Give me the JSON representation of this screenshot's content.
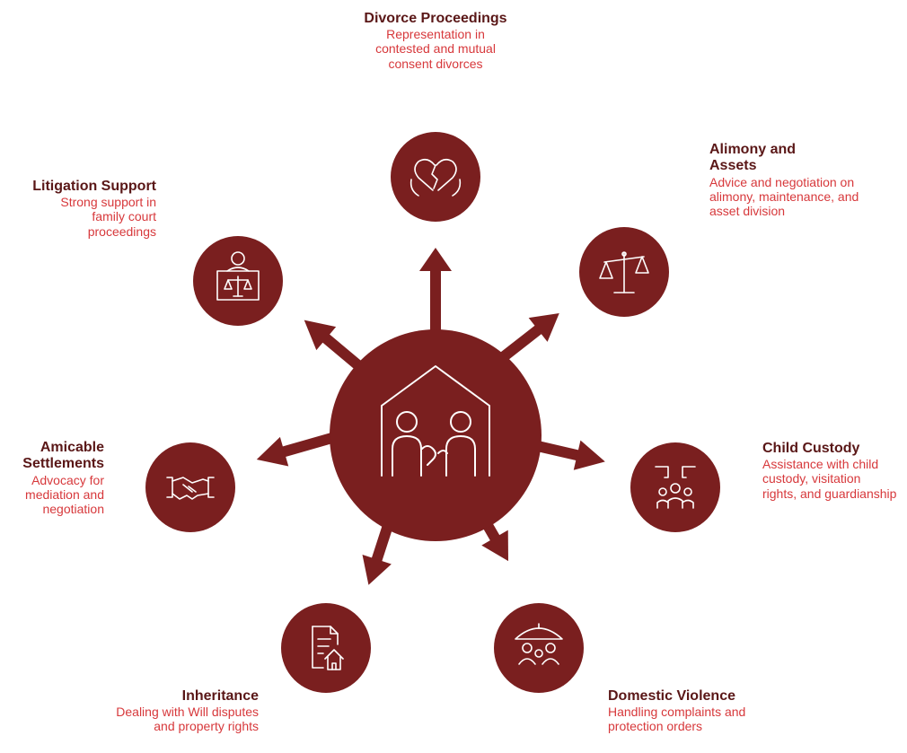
{
  "colors": {
    "circle": "#7a1f1f",
    "title": "#5a1717",
    "description": "#d7383b",
    "icon_line": "#ffffff"
  },
  "center": {
    "icon": "family-house-icon"
  },
  "services": [
    {
      "key": "divorce",
      "icon": "broken-heart-hands-icon",
      "title": "Divorce Proceedings",
      "description": "Representation in contested and mutual consent divorces"
    },
    {
      "key": "alimony",
      "icon": "balance-scale-icon",
      "title": "Alimony and Assets",
      "description": "Advice and negotiation on alimony, maintenance, and asset division"
    },
    {
      "key": "custody",
      "icon": "custody-family-icon",
      "title": "Child Custody",
      "description": "Assistance with child custody, visitation rights, and guardianship"
    },
    {
      "key": "domestic",
      "icon": "umbrella-family-icon",
      "title": "Domestic Violence",
      "description": "Handling complaints and protection orders"
    },
    {
      "key": "inheritance",
      "icon": "document-house-icon",
      "title": "Inheritance",
      "description": "Dealing with Will disputes and property rights"
    },
    {
      "key": "amicable",
      "icon": "handshake-icon",
      "title": "Amicable Settlements",
      "description": "Advocacy for mediation and negotiation"
    },
    {
      "key": "litigation",
      "icon": "judge-scale-icon",
      "title": "Litigation Support",
      "description": "Strong support in family court proceedings"
    }
  ]
}
